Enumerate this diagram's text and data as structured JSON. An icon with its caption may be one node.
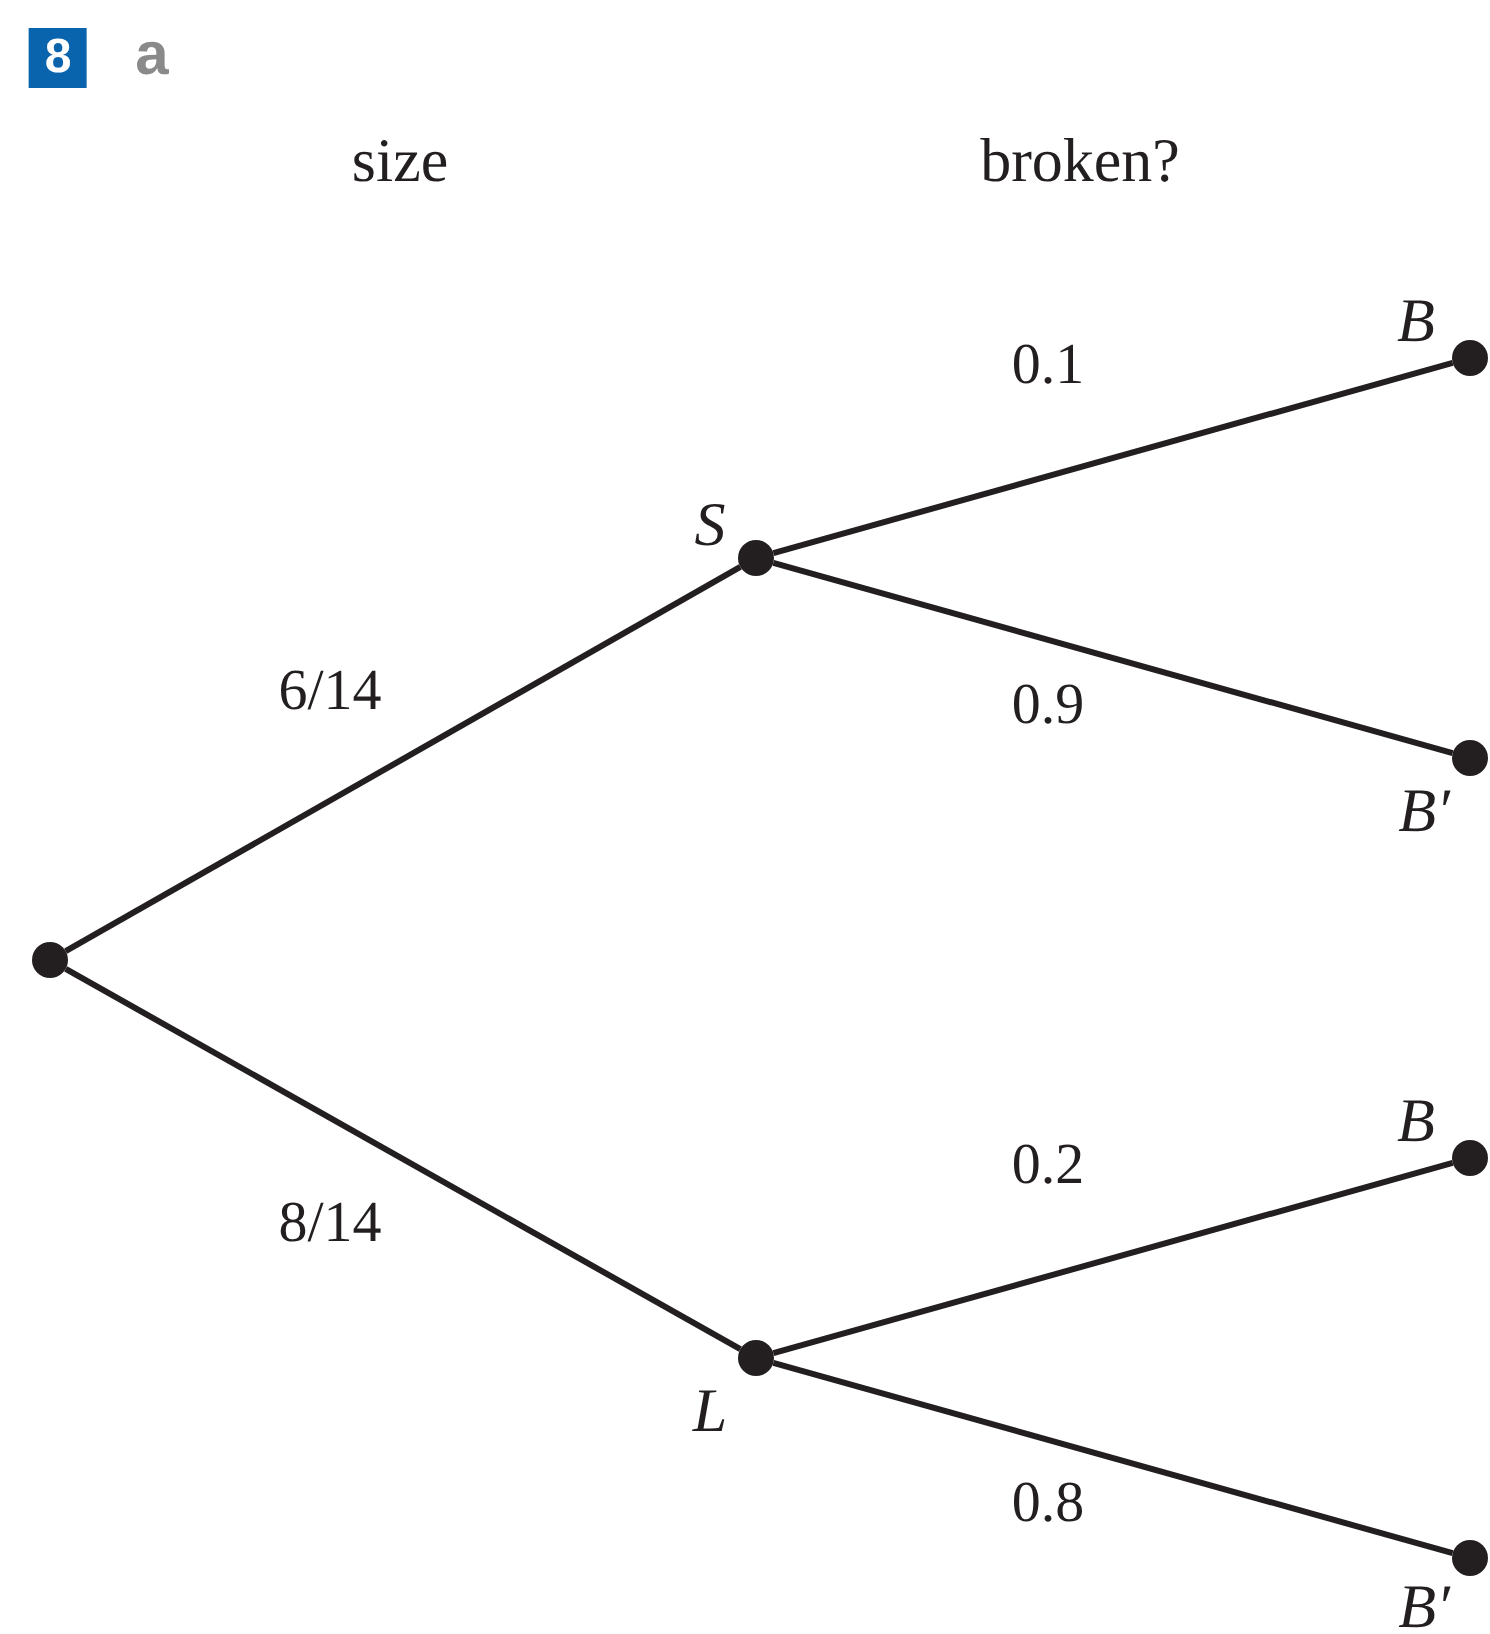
{
  "diagram": {
    "nodes": [
      {
        "text": [],
        "shape": "circle"
      },
      {
        "text": [],
        "shape": "circle",
        "beside": [
          "S"
        ]
      },
      {
        "text": [],
        "shape": "circle",
        "beside": [
          "B"
        ]
      },
      {
        "text": [],
        "shape": "circle",
        "beside": [
          "B′"
        ]
      },
      {
        "text": [],
        "shape": "circle",
        "beside": [
          "L"
        ]
      },
      {
        "text": [],
        "shape": "circle",
        "beside": [
          "B"
        ]
      },
      {
        "text": [],
        "shape": "circle",
        "beside": [
          "B′"
        ]
      }
    ],
    "edges": [
      {
        "from": 0,
        "to": 1,
        "arrow": "none",
        "label": "6/14"
      },
      {
        "from": 0,
        "to": 4,
        "arrow": "none",
        "label": "8/14"
      },
      {
        "from": 1,
        "to": 2,
        "arrow": "none",
        "label": "0.1"
      },
      {
        "from": 1,
        "to": 3,
        "arrow": "none",
        "label": "0.9"
      },
      {
        "from": 4,
        "to": 5,
        "arrow": "none",
        "label": "0.2"
      },
      {
        "from": 4,
        "to": 6,
        "arrow": "none",
        "label": "0.8"
      }
    ],
    "labels": [
      "8",
      "a",
      "size",
      "broken?"
    ]
  }
}
